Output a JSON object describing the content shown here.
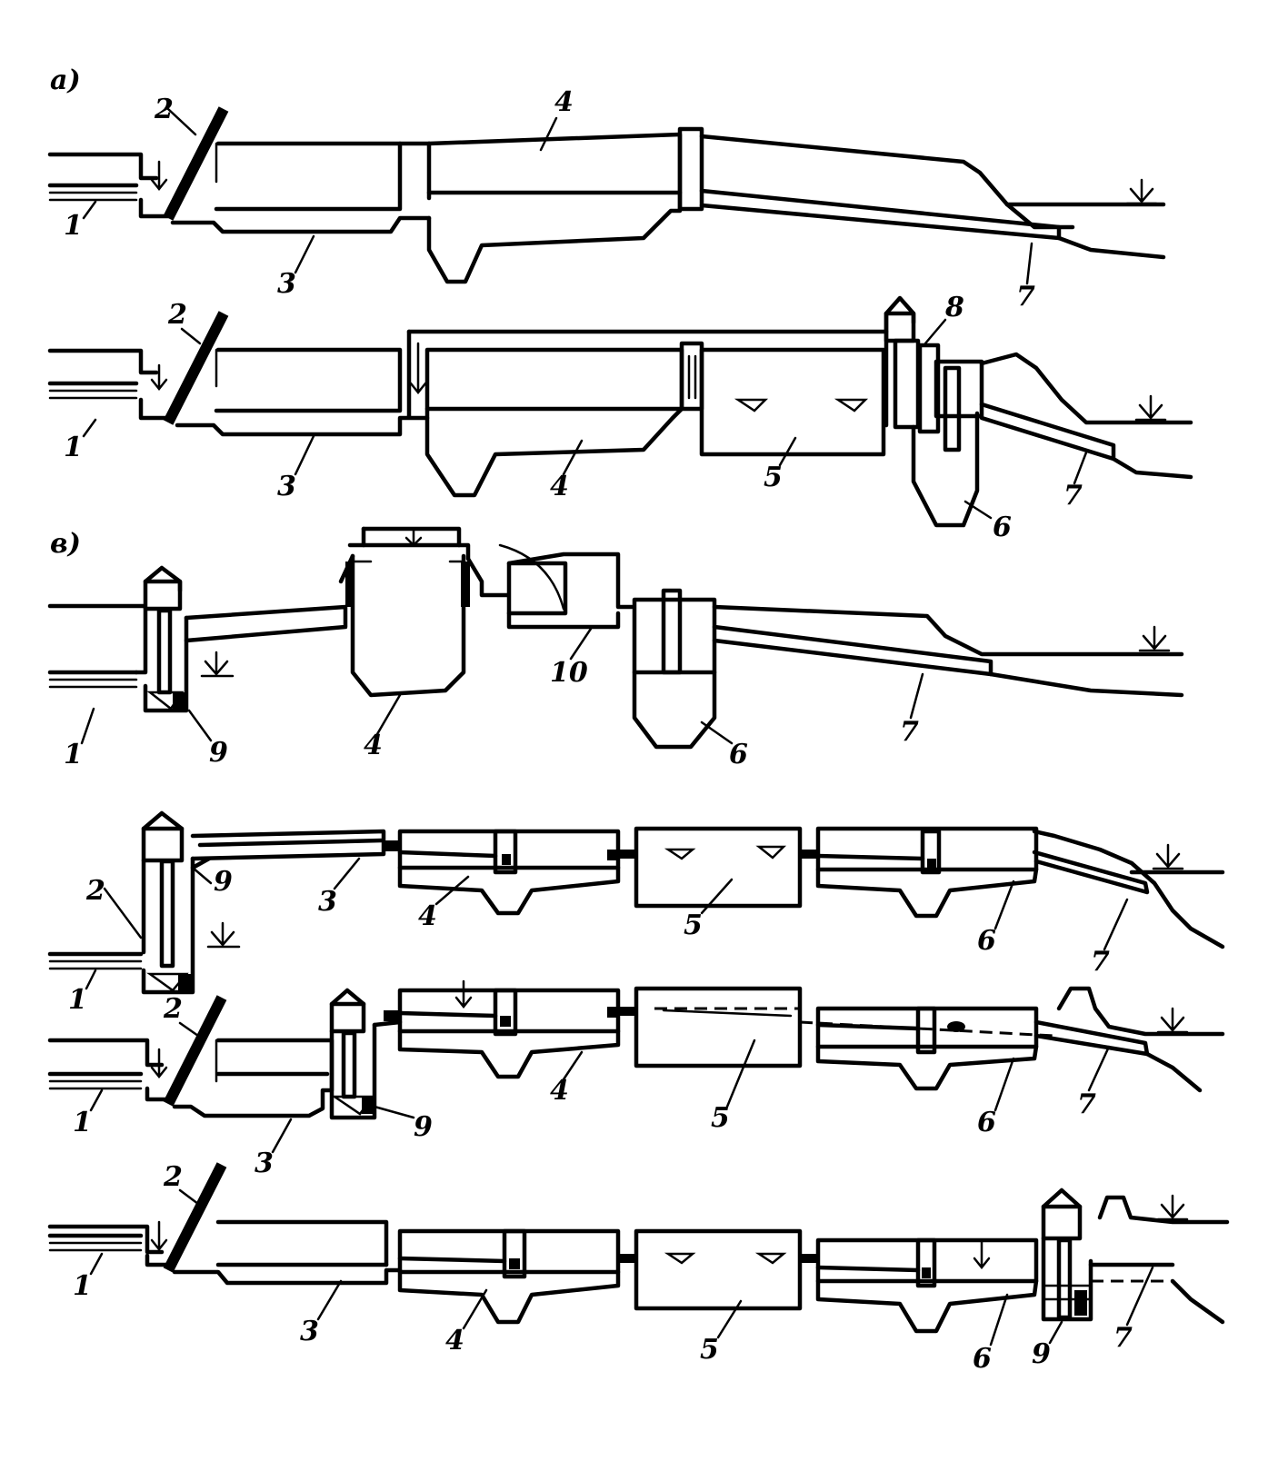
{
  "sections": [
    {
      "id": "a",
      "label": "а)"
    },
    {
      "id": "b",
      "label": "в)"
    }
  ],
  "labels": {
    "n1": "1",
    "n2": "2",
    "n3": "3",
    "n4": "4",
    "n5": "5",
    "n6": "6",
    "n7": "7",
    "n8": "8",
    "n9": "9",
    "n10": "10"
  },
  "icons": {
    "water_level": "down-arrow-with-bar",
    "flow_arrow": "down-arrow"
  }
}
